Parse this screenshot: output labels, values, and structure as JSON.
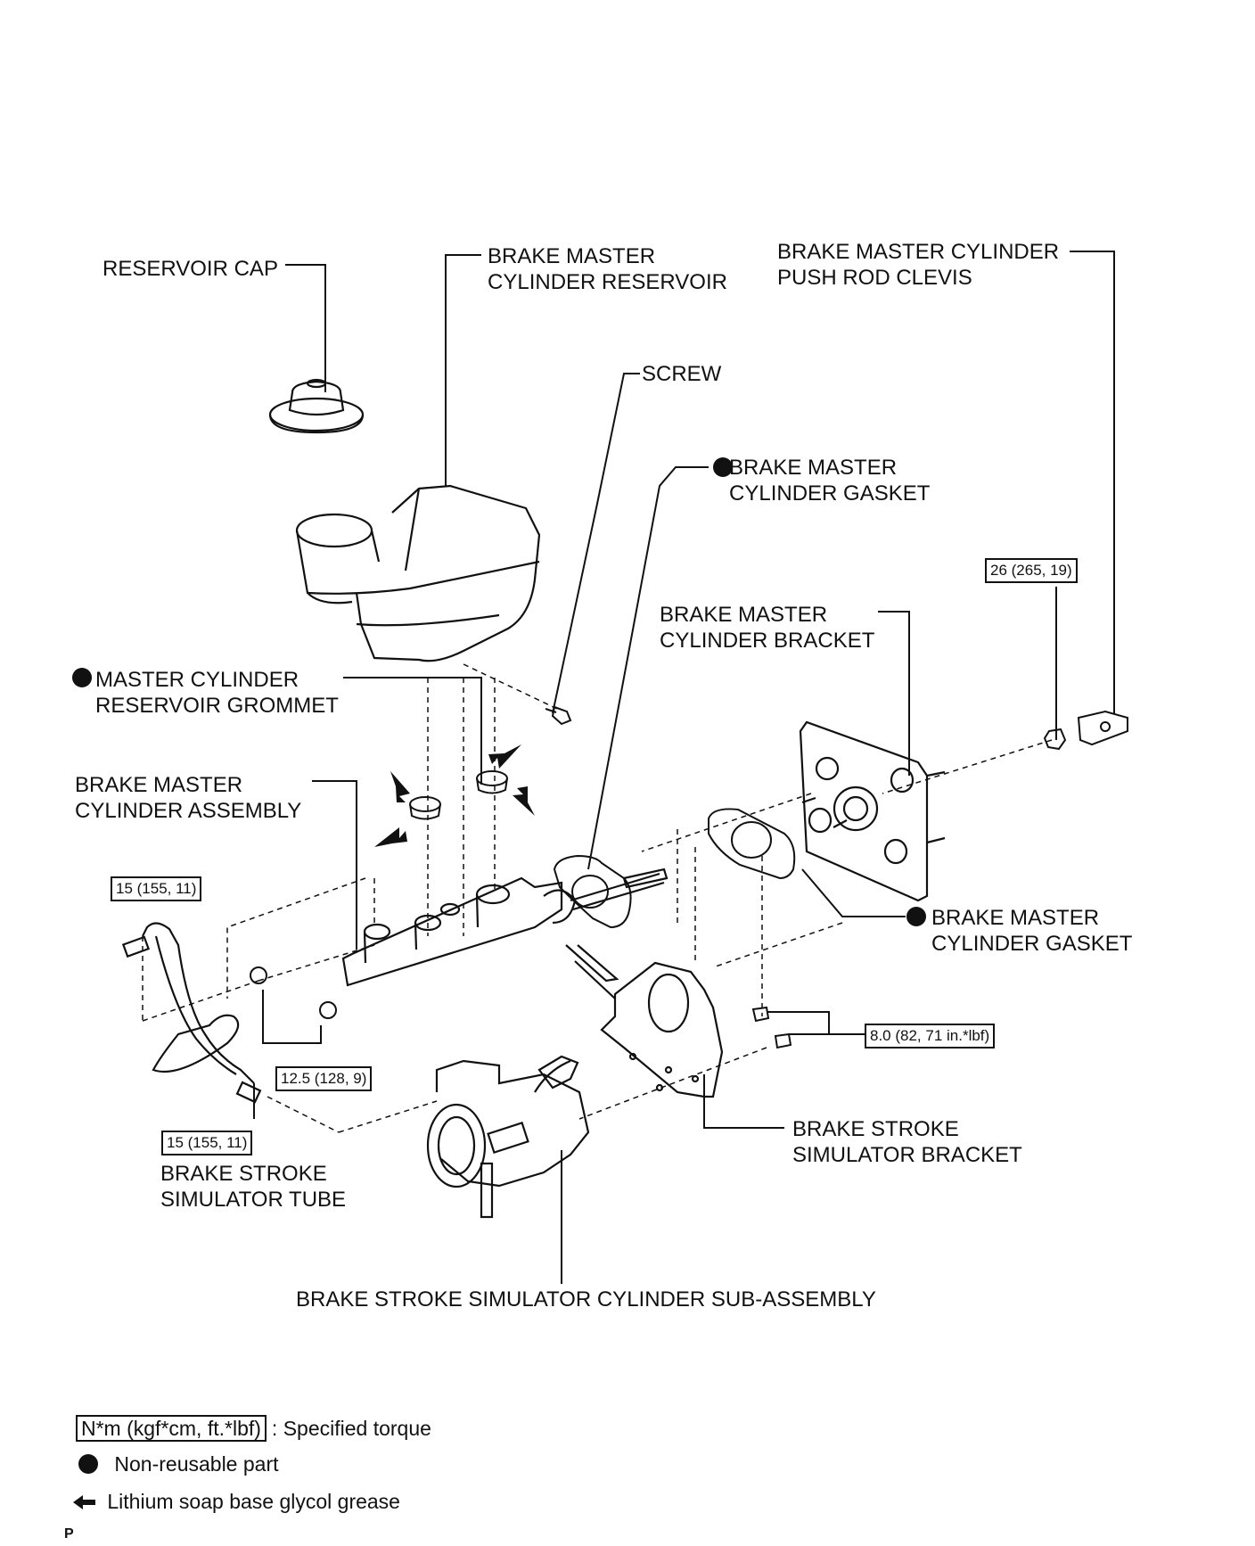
{
  "labels": {
    "reservoir_cap": "RESERVOIR CAP",
    "master_reservoir_1": "BRAKE MASTER",
    "master_reservoir_2": "CYLINDER RESERVOIR",
    "push_rod_clevis_1": "BRAKE MASTER CYLINDER",
    "push_rod_clevis_2": "PUSH ROD CLEVIS",
    "screw": "SCREW",
    "gasket_top_1": "BRAKE MASTER",
    "gasket_top_2": "CYLINDER GASKET",
    "bracket_1": "BRAKE MASTER",
    "bracket_2": "CYLINDER BRACKET",
    "grommet_1": "MASTER CYLINDER",
    "grommet_2": "RESERVOIR GROMMET",
    "master_assembly_1": "BRAKE MASTER",
    "master_assembly_2": "CYLINDER ASSEMBLY",
    "gasket_right_1": "BRAKE MASTER",
    "gasket_right_2": "CYLINDER GASKET",
    "simulator_bracket_1": "BRAKE STROKE",
    "simulator_bracket_2": "SIMULATOR BRACKET",
    "simulator_tube_1": "BRAKE STROKE",
    "simulator_tube_2": "SIMULATOR TUBE",
    "simulator_cylinder": "BRAKE STROKE SIMULATOR CYLINDER SUB-ASSEMBLY"
  },
  "torques": {
    "clevis_nut": "26 (265, 19)",
    "tube_upper": "15 (155, 11)",
    "master_nuts": "12.5 (128, 9)",
    "tube_lower": "15 (155, 11)",
    "bracket_bolts": "8.0 (82, 71 in.*lbf)"
  },
  "legend": {
    "torque_unit": "N*m (kgf*cm, ft.*lbf)",
    "torque_text": ": Specified torque",
    "nonreusable_text": "Non-reusable part",
    "grease_text": "Lithium soap base glycol grease"
  },
  "corner_mark": "P"
}
